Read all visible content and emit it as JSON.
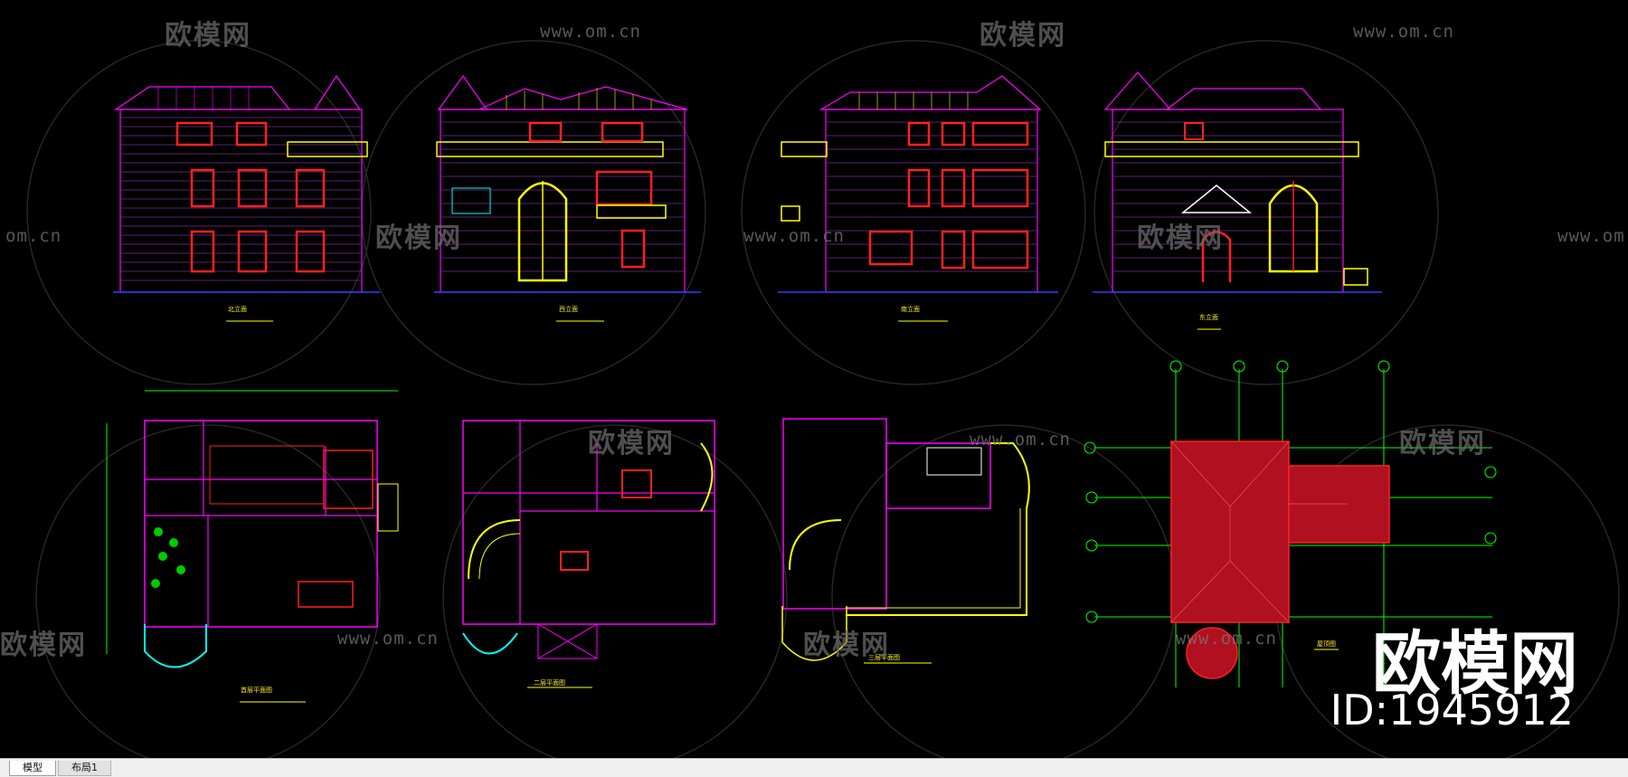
{
  "tabs": [
    {
      "label": "模型",
      "active": true
    },
    {
      "label": "布局1",
      "active": false
    }
  ],
  "watermark": {
    "brand_cn": "欧模网",
    "url": "www.om.cn",
    "url_short": "om.cn"
  },
  "overlay": {
    "brand": "欧模网",
    "id_text": "ID:1945912"
  },
  "drawing_titles": {
    "elevation_1": "北立面",
    "elevation_2": "西立面",
    "elevation_3": "南立面",
    "elevation_4": "东立面",
    "plan_1": "首层平面图",
    "plan_2": "二层平面图",
    "plan_3": "三层平面图",
    "plan_roof": "屋顶图"
  },
  "colors": {
    "background": "#000000",
    "magenta": "#ff00ff",
    "red": "#ff2020",
    "yellow": "#ffff00",
    "cyan": "#00ffff",
    "green": "#00ff00",
    "white": "#ffffff",
    "blue": "#3040ff"
  }
}
